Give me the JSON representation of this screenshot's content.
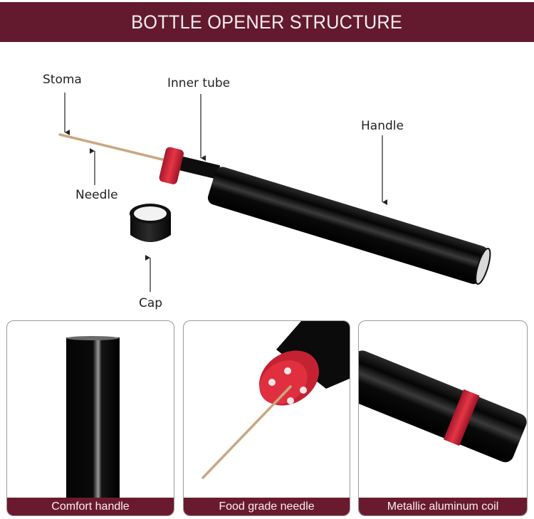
{
  "header": {
    "title": "BOTTLE OPENER STRUCTURE"
  },
  "diagram": {
    "labels": {
      "stoma": "Stoma",
      "inner_tube": "Inner tube",
      "handle": "Handle",
      "needle": "Needle",
      "cap": "Cap"
    }
  },
  "panels": [
    {
      "caption": "Comfort handle"
    },
    {
      "caption": "Food grade needle"
    },
    {
      "caption": "Metallic aluminum coil"
    }
  ],
  "colors": {
    "brand": "#631a2e",
    "accent_red": "#d42a3a",
    "body_black": "#0b0b0b",
    "needle": "#c8a882"
  }
}
